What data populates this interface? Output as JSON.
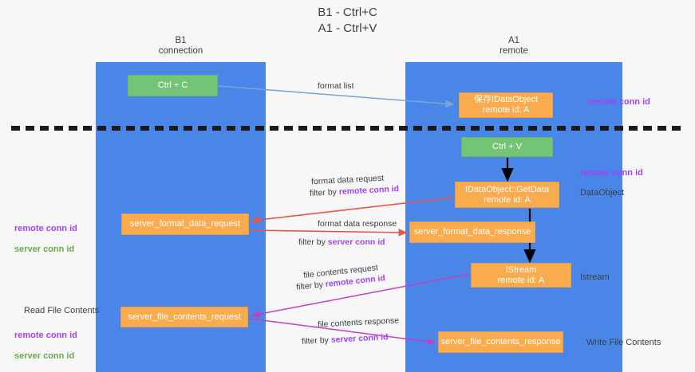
{
  "title": "B1 - Ctrl+C\nA1 - Ctrl+V",
  "lanes": [
    {
      "id": "b1",
      "label": "B1\nconnection"
    },
    {
      "id": "a1",
      "label": "A1\nremote"
    }
  ],
  "nodes": {
    "ctrl_c": {
      "line1": "Ctrl + C",
      "line2": "",
      "color": "#74c476"
    },
    "idataobject": {
      "line1": "保存IDataObject",
      "line2": "remote id: A",
      "color": "#f9ab4e"
    },
    "ctrl_v": {
      "line1": "Ctrl + V",
      "line2": "",
      "color": "#74c476"
    },
    "getdata": {
      "line1": "IDataObject::GetData",
      "line2": "remote id: A",
      "color": "#f9ab4e"
    },
    "server_format_data_request": {
      "line1": "server_format_data_request",
      "line2": "",
      "color": "#f9ab4e"
    },
    "server_format_data_response": {
      "line1": "server_format_data_response",
      "line2": "",
      "color": "#f9ab4e"
    },
    "istream": {
      "line1": "IStream",
      "line2": "remote id: A",
      "color": "#f9ab4e"
    },
    "server_file_contents_request": {
      "line1": "server_file_contents_request",
      "line2": "",
      "color": "#f9ab4e"
    },
    "server_file_contents_response": {
      "line1": "server_file_contents_response",
      "line2": "",
      "color": "#f9ab4e"
    }
  },
  "edge_labels": {
    "format_list": "format list",
    "format_data_request": "format data request",
    "format_data_request_filter_prefix": "filter by ",
    "format_data_request_filter_key": "remote conn id",
    "format_data_response": "format data response",
    "format_data_response_filter_prefix": "filter by ",
    "format_data_response_filter_key": "server conn id",
    "file_contents_request": "file contents request",
    "file_contents_request_filter_prefix": "filter by ",
    "file_contents_request_filter_key": "remote conn id",
    "file_contents_response": "file contents response",
    "file_contents_response_filter_prefix": "filter by ",
    "file_contents_response_filter_key": "server conn id"
  },
  "annotations": {
    "remote_conn_id_top": "remote conn id",
    "remote_conn_id_mid": "remote conn id",
    "dataobject": "DataObject",
    "istream": "Istream",
    "write_file_contents": "Write File Contents",
    "read_file_contents": "Read File Contents",
    "left_remote_conn_id_1": "remote conn id",
    "left_server_conn_id_1": "server conn id",
    "left_remote_conn_id_2": "remote conn id",
    "left_server_conn_id_2": "server conn id"
  },
  "colors": {
    "lane": "#4a86e8",
    "green_box": "#74c476",
    "orange_box": "#f9ab4e",
    "purple_text": "#a142f4",
    "green_text": "#6aa84f",
    "arrow_blue": "#76a5d8",
    "arrow_red": "#e8564a",
    "arrow_magenta": "#c23fc2",
    "arrow_black": "#000000",
    "divider": "#1a1a1a",
    "background": "#f7f7f7"
  }
}
